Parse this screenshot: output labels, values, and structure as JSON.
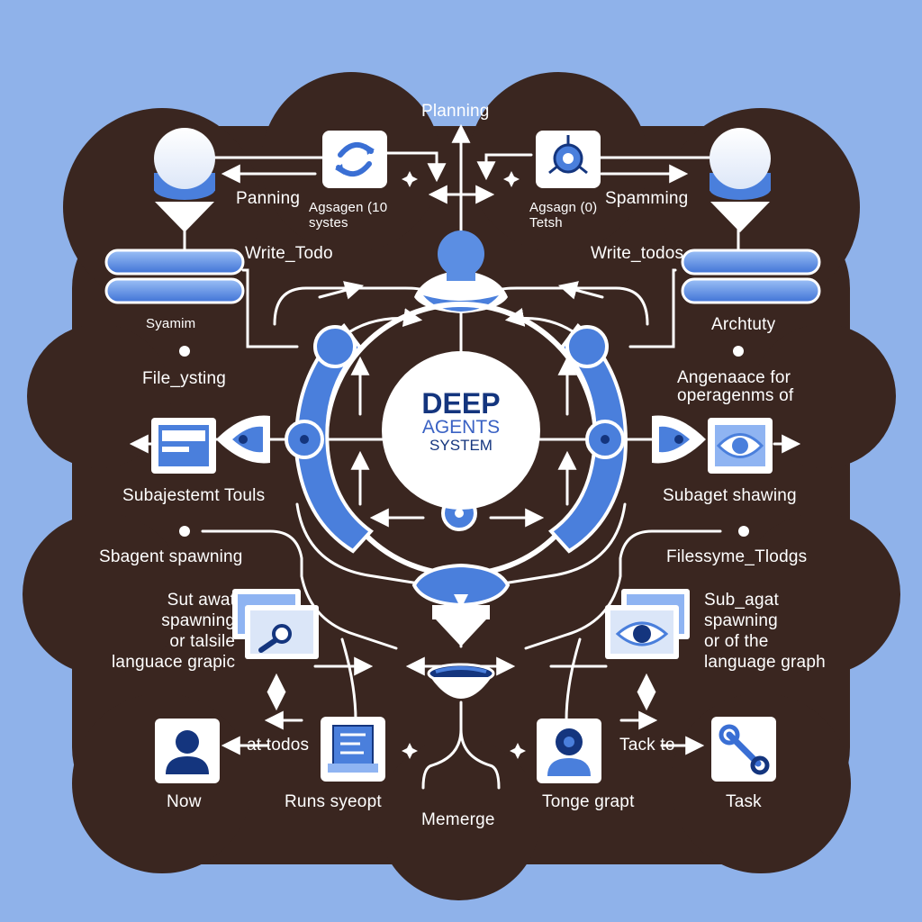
{
  "center": {
    "line1": "DEEP",
    "line2": "AGENTS",
    "line3": "SYSTEM"
  },
  "labels": {
    "top": "Planning",
    "planning_left": "Panning",
    "agent_tools_left": "Agsagen (10\nsystes",
    "agent_tools_right": "Agsagn (0)\nTetsh",
    "spawning_right": "Spamming",
    "write_todo_left": "Write_Todo",
    "write_todos_right": "Write_todos",
    "spawning_left_small": "Syamim",
    "activity_right": "Archtuty",
    "file_system_left": "File_ysting",
    "ops_right": "Angenaace for\noperagenms of",
    "subagent_tools_left": "Subajestemt Touls",
    "subagent_spawning_right": "Subaget shawing",
    "subagent_spawning_left": "Sbagent spawning",
    "filesystem_todos_right": "Filessyme_Tlodgs",
    "left_para": "Sut awat\nspawning\nor talsile\nlanguace grapic",
    "right_para": "Sub_agat\nspawning\nor of the\nlanguage graph",
    "at_todos": "at todos",
    "task_to": "Tack to",
    "now": "Now",
    "runs_syept": "Runs syeopt",
    "memerge": "Memerge",
    "tonge_grapt": "Tonge grapt",
    "task": "Task"
  },
  "icons": {
    "sync": "sync-icon",
    "agent": "agent-hub-icon",
    "user": "user-icon",
    "document": "document-icon",
    "camera": "webcam-icon",
    "wrench": "wrench-icon",
    "eye": "eye-icon",
    "search": "search-icon",
    "window": "window-icon"
  },
  "colors": {
    "background": "#8fb2ea",
    "panel": "#3a2620",
    "accent": "#4a7fdc",
    "accent_light": "#8fb4f2",
    "navy": "#14357e",
    "line": "#ffffff"
  }
}
